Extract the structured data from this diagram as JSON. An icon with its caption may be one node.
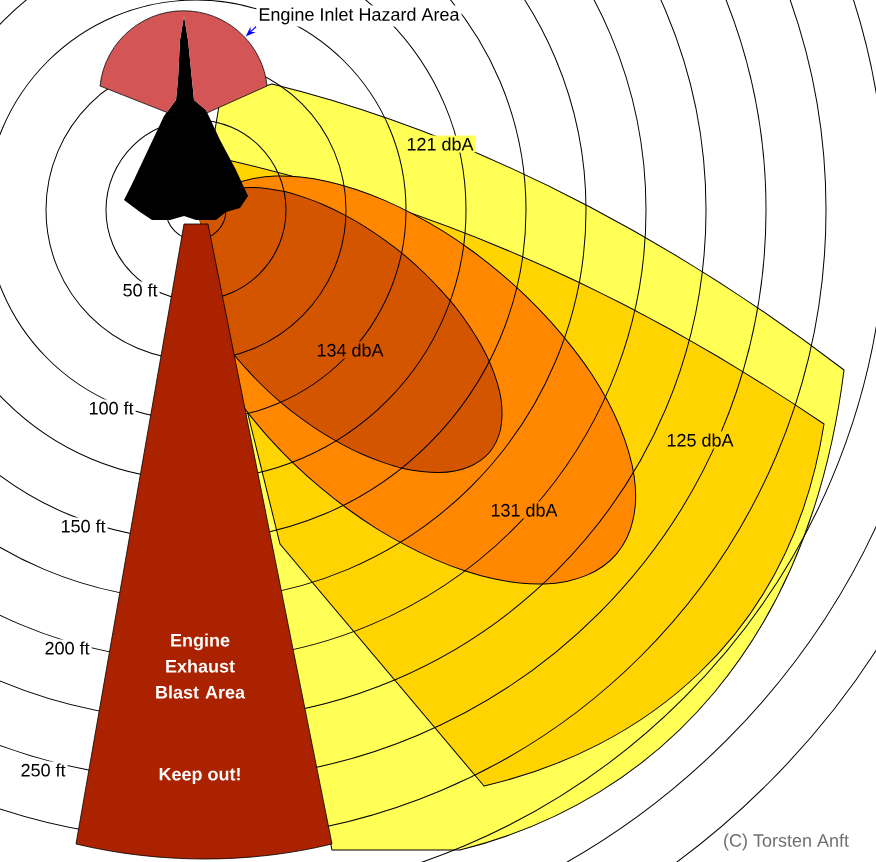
{
  "diagram": {
    "nodes": [
      {
        "text": [
          "Engine Inlet Hazard Area"
        ]
      },
      {
        "text": [],
        "shape": "wedge"
      },
      {
        "text": [
          "Engine Exhaust Blast Area",
          "Keep out!"
        ]
      },
      {
        "text": [
          "121 dbA"
        ]
      },
      {
        "text": [
          "134 dbA"
        ]
      },
      {
        "text": [
          "125 dbA"
        ]
      },
      {
        "text": [
          "131 dbA"
        ]
      }
    ],
    "edges": [
      {
        "from": 0,
        "to": 1,
        "arrow": "to",
        "color": "#0000ff"
      }
    ],
    "labels": [
      "50 ft",
      "100 ft",
      "150 ft",
      "200 ft",
      "250 ft",
      "(C) Torsten Anft"
    ]
  }
}
